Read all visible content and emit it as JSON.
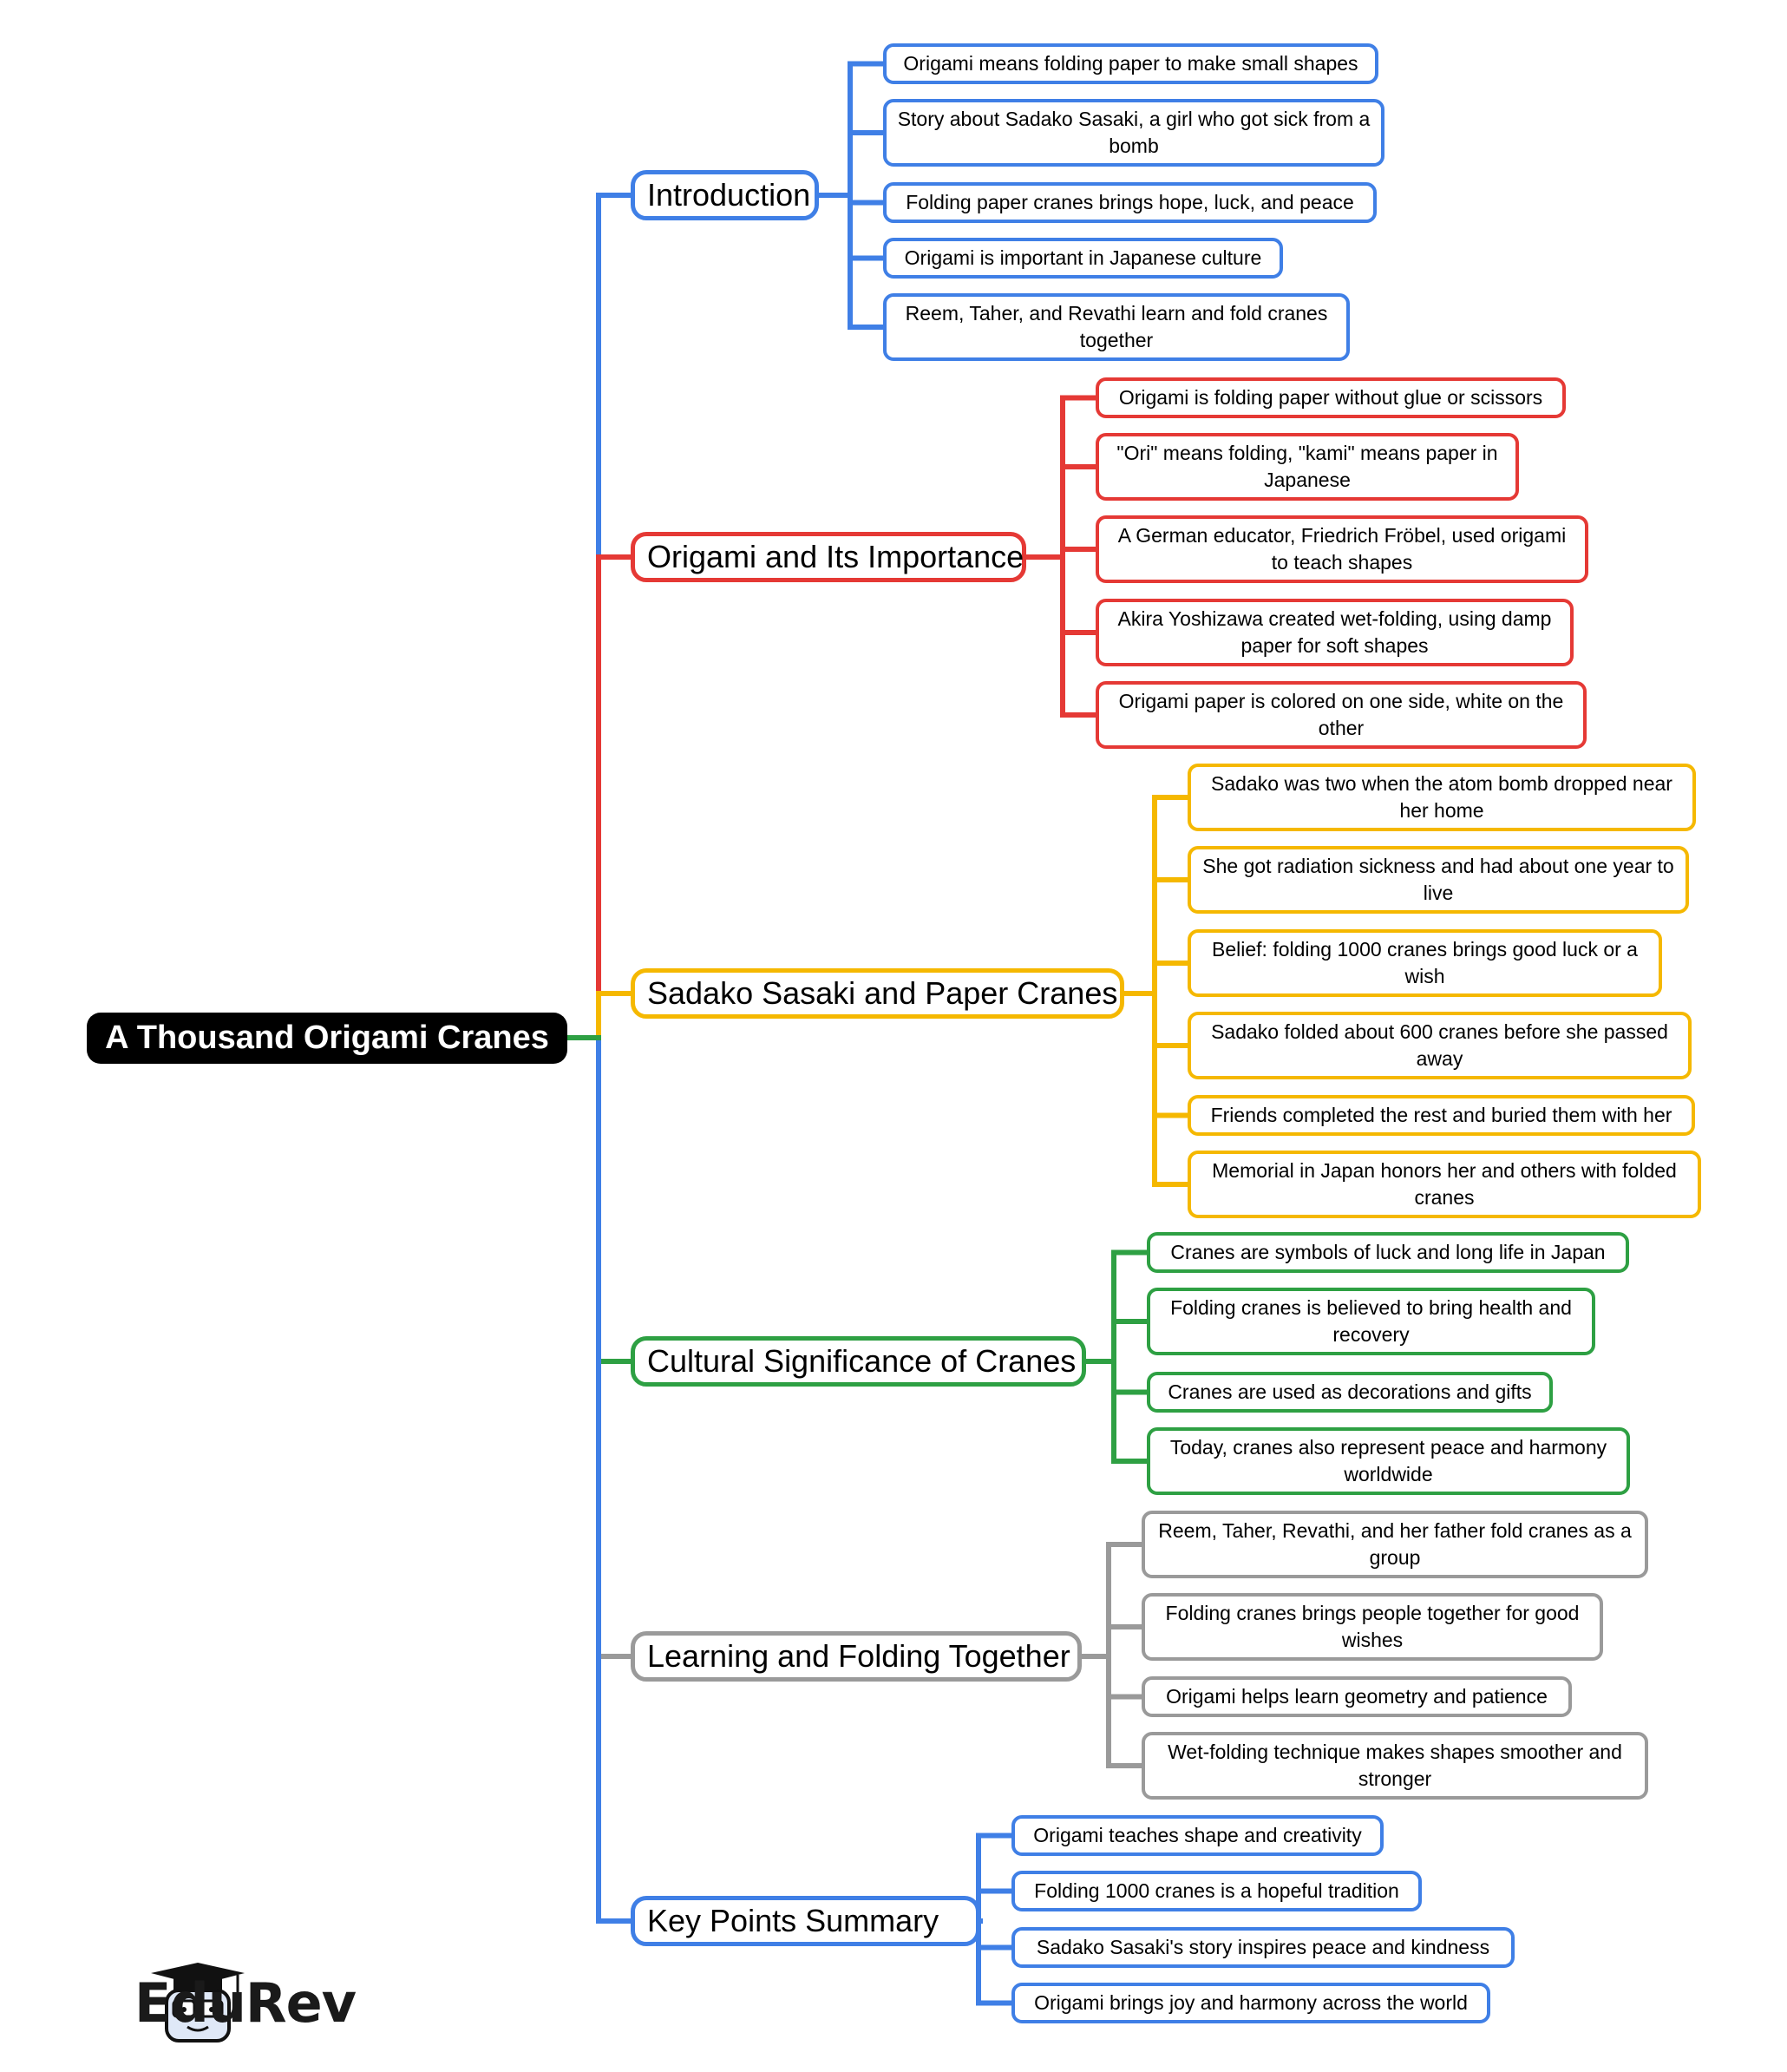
{
  "root": {
    "label": "A Thousand Origami Cranes"
  },
  "colors": {
    "blue": "#3f7fe6",
    "red": "#e53935",
    "yellow": "#f5b800",
    "green": "#2ea043",
    "gray": "#9a9a9a"
  },
  "branches": [
    {
      "label": "Introduction",
      "color": "blue",
      "children": [
        "Origami means folding paper to make small shapes",
        "Story about Sadako Sasaki, a girl who got sick from a bomb",
        "Folding paper cranes brings hope, luck, and peace",
        "Origami is important in Japanese culture",
        "Reem, Taher, and Revathi learn and fold cranes together"
      ]
    },
    {
      "label": "Origami and Its Importance",
      "color": "red",
      "children": [
        "Origami is folding paper without glue or scissors",
        "\"Ori\" means folding, \"kami\" means paper in Japanese",
        "A German educator, Friedrich Fröbel, used origami to teach shapes",
        "Akira Yoshizawa created wet-folding, using damp paper for soft shapes",
        "Origami paper is colored on one side, white on the other"
      ]
    },
    {
      "label": "Sadako Sasaki and Paper Cranes",
      "color": "yellow",
      "children": [
        "Sadako was two when the atom bomb dropped near her home",
        "She got radiation sickness and had about one year to live",
        "Belief: folding 1000 cranes brings good luck or a wish",
        "Sadako folded about 600 cranes before she passed away",
        "Friends completed the rest and buried them with her",
        "Memorial in Japan honors her and others with folded cranes"
      ]
    },
    {
      "label": "Cultural Significance of Cranes",
      "color": "green",
      "children": [
        "Cranes are symbols of luck and long life in Japan",
        "Folding cranes is believed to bring health and recovery",
        "Cranes are used as decorations and gifts",
        "Today, cranes also represent peace and harmony worldwide"
      ]
    },
    {
      "label": "Learning and Folding Together",
      "color": "gray",
      "children": [
        "Reem, Taher, Revathi, and her father fold cranes as a group",
        "Folding cranes brings people together for good wishes",
        "Origami helps learn geometry and patience",
        "Wet-folding technique makes shapes smoother and stronger"
      ]
    },
    {
      "label": "Key Points Summary",
      "color": "blue",
      "children": [
        "Origami teaches shape and creativity",
        "Folding 1000 cranes is a hopeful tradition",
        "Sadako Sasaki's story inspires peace and kindness",
        "Origami brings joy and harmony across the world"
      ]
    }
  ],
  "logo": {
    "text": "EduRev",
    "icon": "graduate-mascot-icon"
  }
}
